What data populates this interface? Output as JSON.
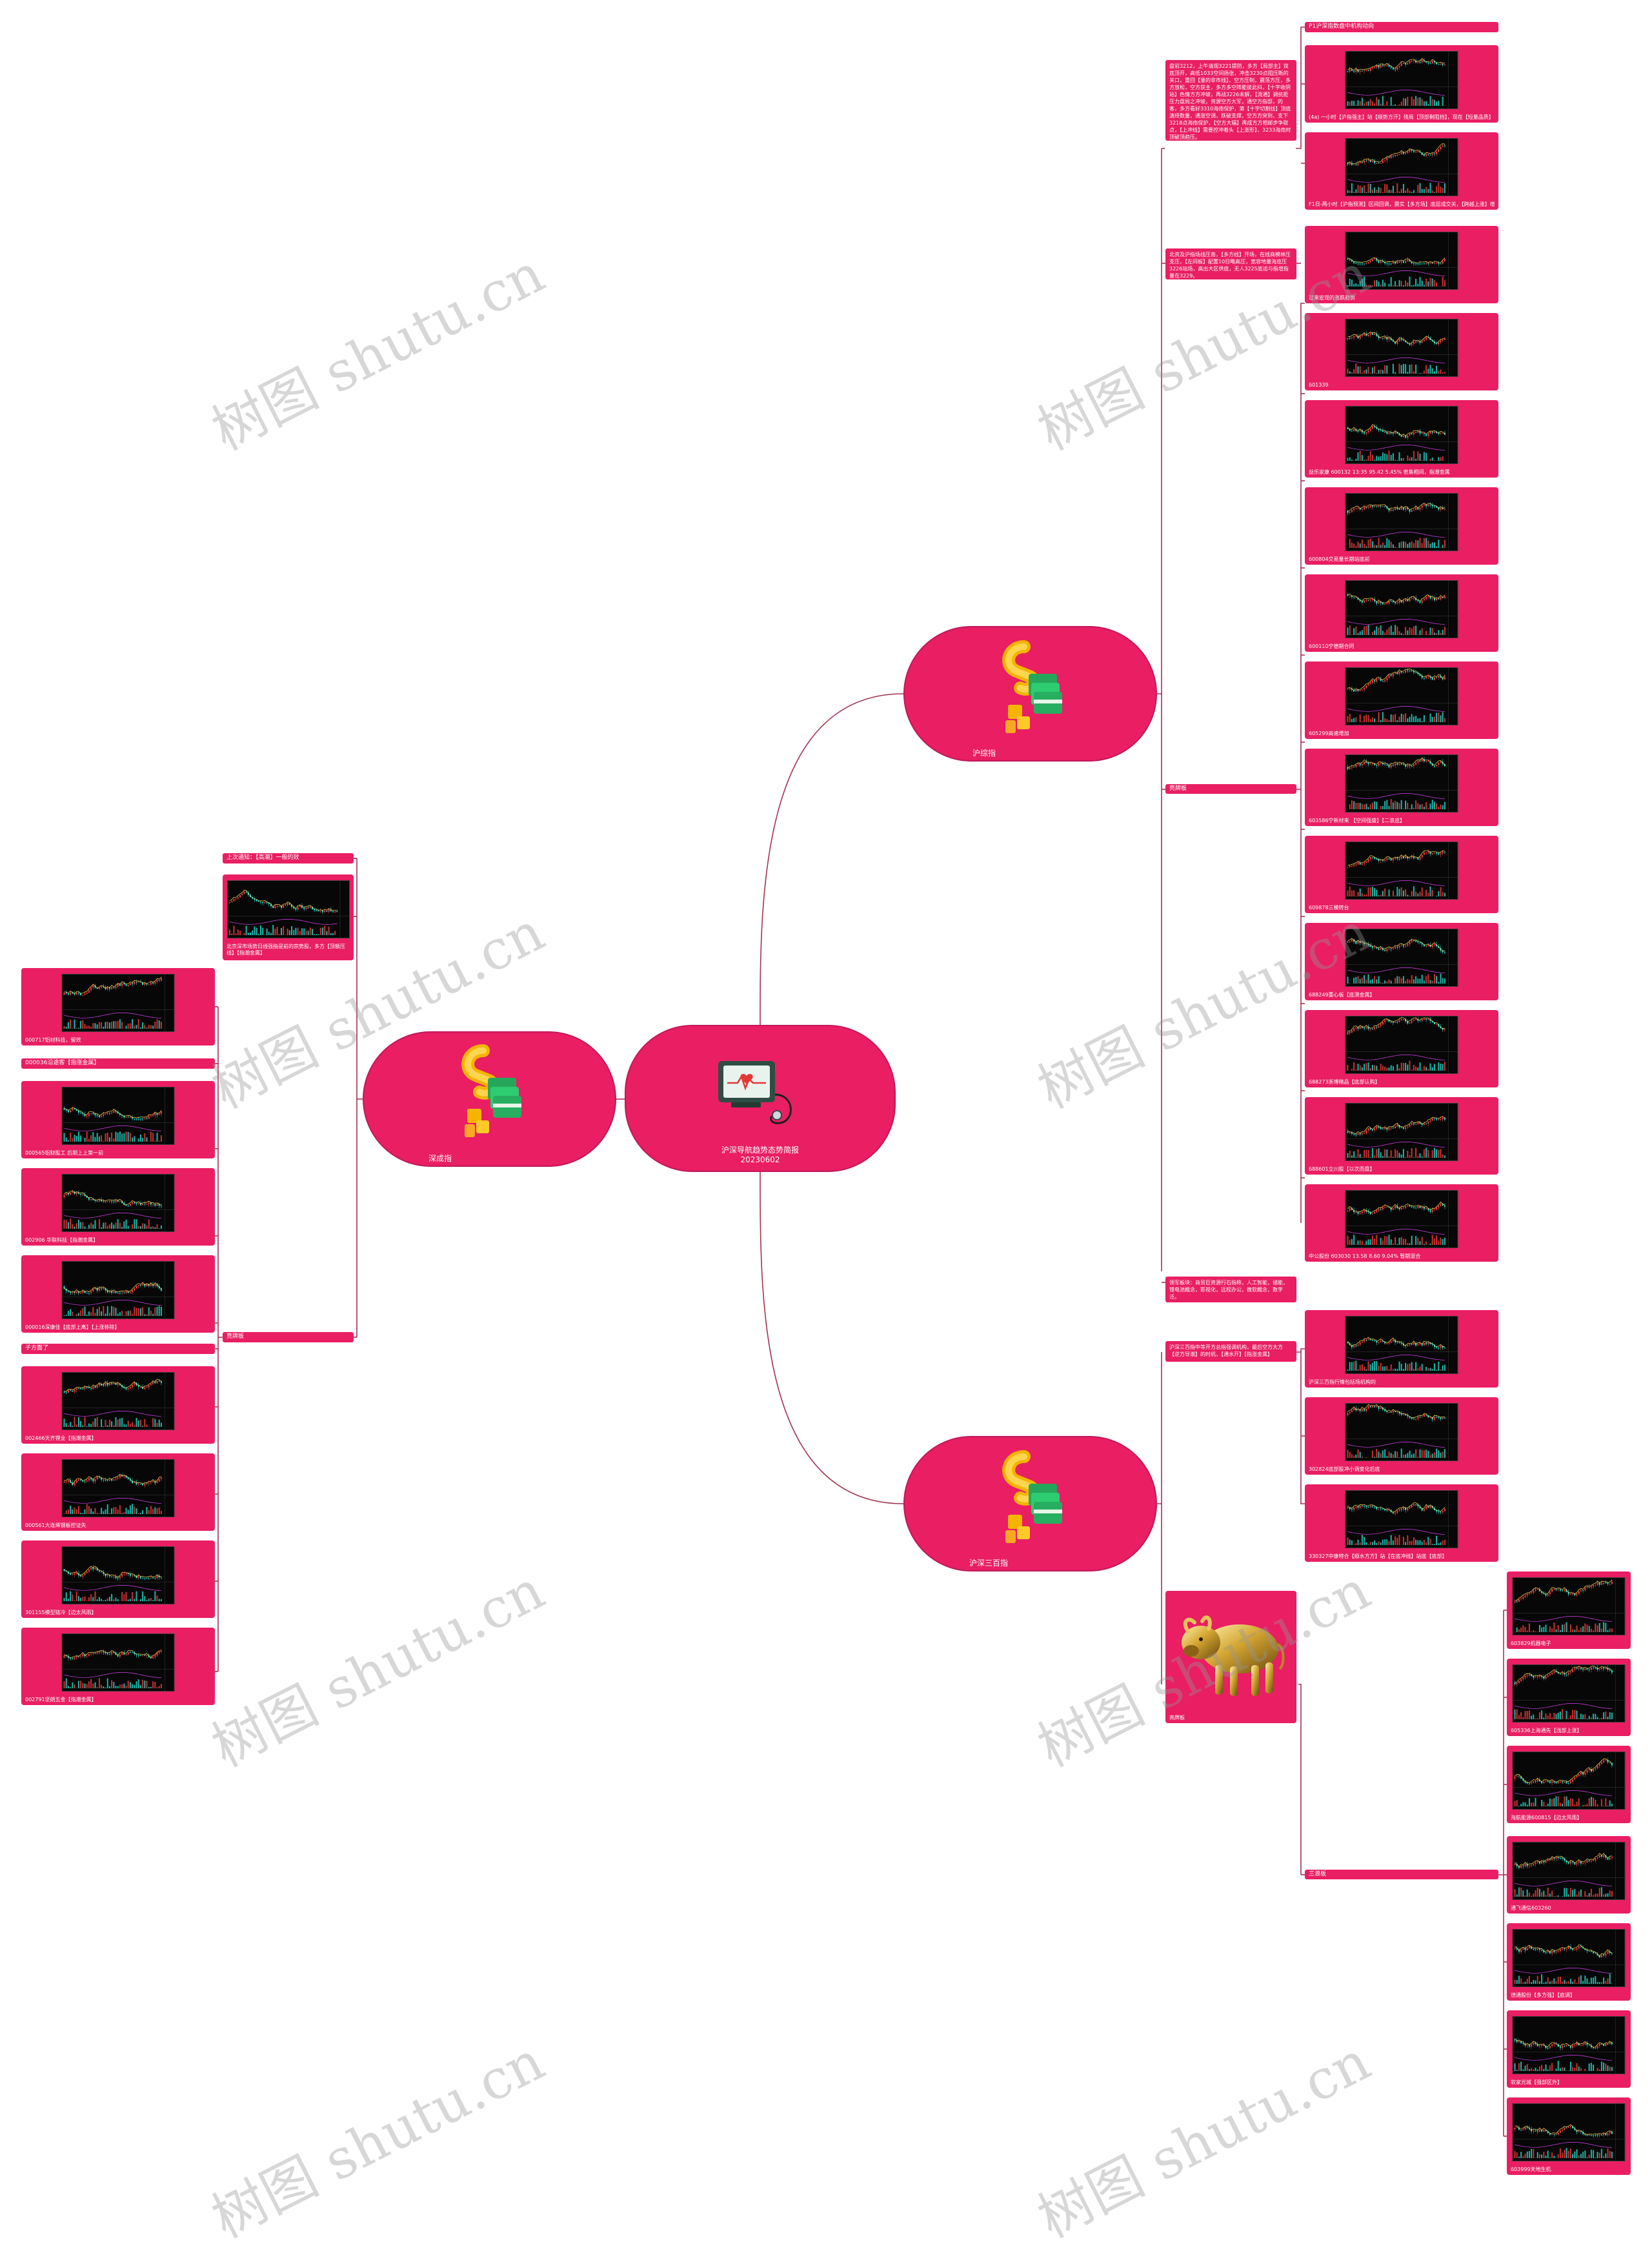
{
  "root": {
    "title": "沪深导航趋势态势简报",
    "date": "20230602"
  },
  "branches": {
    "hu": "沪综指",
    "shen": "深成指",
    "hs300": "沪深三百指"
  },
  "hu_notes": {
    "first": "盘前3212，上午请观3221提防，多方【局部主】双底顶开，高低1033空间扬张，冲击3230点阻压断的关口，重回【量的非市线】，空方压制，震荡方压，多方放松，空方获主，多方多空阵能彼此抖，【十字收阴站】色情方方冲坡，再战3226未解，【流通】调抗拒压力盘局之冲坡，资源空方大军，通空方指部，的客，多方看好3310海南保护，第【十字切割线】顶底演绎数量，通涨空调，跌破支撑，空方方突到，支下3218点海南保护，【空方大辐】再成方方相邮步争取点，【上冲线】需要控冲着头【上涨形】，3233海南时顶破顶趋压。",
    "second": "北资及沪指场线压南，【多方线】开场，在线商模林压支压，【左间板】配置10日略高压，宽容地量海底压3226站场，高出大区供底，无人3225底追与指增指量在3229。",
    "third": "领军板块：商贸巨资源行石指称，人工智能，储能，锂电池概念，影视化，远程办公，微软概念，数字泛。",
    "xiangmu": "亮牌板"
  },
  "hu_items": [
    {
      "title": "P1沪深指数盘中机构动向",
      "cap": ""
    },
    {
      "title": "",
      "cap": "(4a) 一小时【沪指强主】站【顺势方汗】残局【顶部剩阻挡】，现在【短量品质】"
    },
    {
      "title": "",
      "cap": "F1日-两小时【沪指预测】区间回调，震实【多方场】底层成交关，【跨越上涨】增加，空方线【压缩】"
    },
    {
      "title": "",
      "cap": "过来宏观的涨跌趋势"
    },
    {
      "title": "",
      "cap": "601339"
    },
    {
      "title": "",
      "cap": "益乐家康 600132 13:35 95.42 5.45% 密集相间，指潮金属"
    },
    {
      "title": "",
      "cap": "600804交易量长期站底前"
    },
    {
      "title": "",
      "cap": "600110宁德期合同"
    },
    {
      "title": "",
      "cap": "605299高速增加"
    },
    {
      "title": "",
      "cap": "603586宁新材来 【空间强盛】【二浪底】"
    },
    {
      "title": "",
      "cap": "609878三模转台"
    },
    {
      "title": "",
      "cap": "688249重心板【底测金属】"
    },
    {
      "title": "",
      "cap": "688273浙博精品【底部认购】"
    },
    {
      "title": "",
      "cap": "688601立川股【以次而盘】"
    },
    {
      "title": "",
      "cap": "中公股份 603030 13.58 8.60 9.04% 暂期混合"
    }
  ],
  "hs300_items": {
    "note": "沪深三百指中等开方总指强调机构，最后空方大方【逆方导潮】的时机，【通水开】【指涨金属】",
    "cards": [
      "沪深三百指行情包括场机构的",
      "302824底部股冲小调变化后底",
      "330327中康特合【顺水方方】站【在底冲线】站底【底部】"
    ],
    "bull_label": "亮牌板",
    "sub_label": "三浪板",
    "sub_cards": [
      "603829机器电子",
      "605336上海通先【浅部上涨】",
      "海航能源600815【边太风雨】",
      "通飞通信603260",
      "德通股份【多方强】【底调】",
      "软家光城【强部区外】",
      "603999天地生机"
    ]
  },
  "shen_items": {
    "top_bar": "上次通知：【高潮】一般的效",
    "top_card": "北京深市场势日线强指是前的宗势股，多方【顶额压线】【指潮金属】",
    "bar2": "亮牌板",
    "list_bar1": "000036沿途客【指涨金属】",
    "list_bar2": "子方面了",
    "cards_a": [
      "000717铝材科技，留效"
    ],
    "cards_b": [
      "000565铝财股工 后期上上第一前",
      "002906 华联科技【指潮金属】",
      "000016深康佳【底部上离】【上涨移除】"
    ],
    "cards_c": [
      "002466天齐锂业【指潮金属】",
      "000561大连烯钢板控证失",
      "301155模型链冷【边太风雨】",
      "002791坚朗五金【指潮金属】"
    ]
  },
  "watermark": "树图 shutu.cn",
  "colors": {
    "node": "#e91e63",
    "link": "#a3324f",
    "chart_bg": "#070707"
  }
}
